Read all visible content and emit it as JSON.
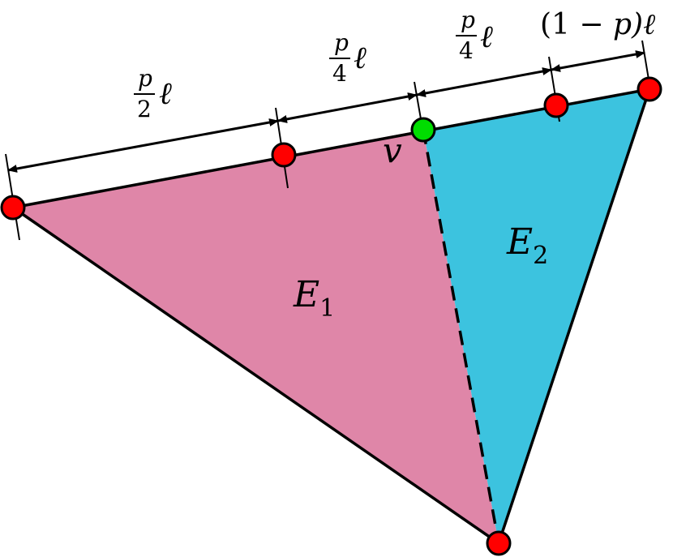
{
  "colors": {
    "region_e1": "#df86a8",
    "region_e2": "#3cc3df",
    "vertex": "#ff0000",
    "split_vertex": "#00dd00",
    "stroke": "#000000"
  },
  "regions": {
    "e1_label": {
      "letter": "E",
      "subscript": "1"
    },
    "e2_label": {
      "letter": "E",
      "subscript": "2"
    }
  },
  "split_vertex_label": "v",
  "dimensions": {
    "d1": {
      "numerator": "p",
      "denominator": "2",
      "suffix": "ℓ"
    },
    "d2": {
      "numerator": "p",
      "denominator": "4",
      "suffix": "ℓ"
    },
    "d3": {
      "numerator": "p",
      "denominator": "4",
      "suffix": "ℓ"
    },
    "d4": {
      "prefix": "(1 − ",
      "variable": "p",
      "suffix": ")ℓ"
    }
  }
}
